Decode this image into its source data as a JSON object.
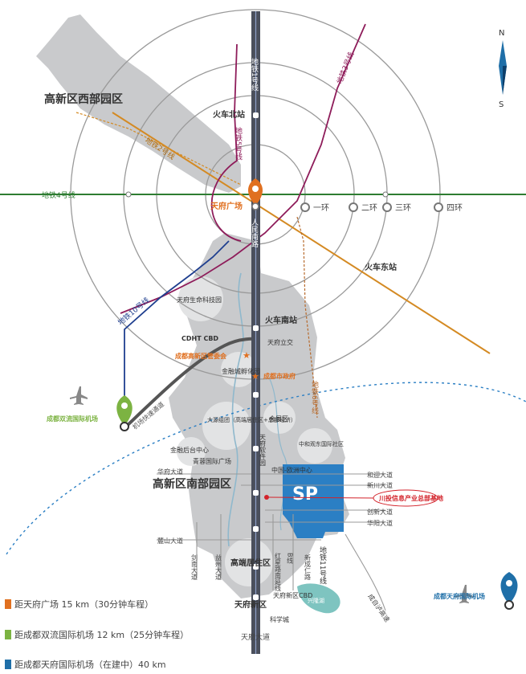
{
  "districts": {
    "west": "高新区西部园区",
    "south": "高新区南部园区"
  },
  "rings": [
    "一环",
    "二环",
    "三环",
    "四环"
  ],
  "metro": {
    "line1": "地铁1号线",
    "line2": "地铁2号线",
    "line3": "地铁3号线",
    "line4": "地铁4号线",
    "line5": "地铁5号线",
    "line6": "地铁6号线",
    "line10": "地铁10号线",
    "line11": "地铁11号线",
    "airport_line": "机场快速通道"
  },
  "roads": {
    "renmin_south": "人民南路",
    "tianfu_ave": "天府大道",
    "jianbei": "剑南大道",
    "yizhou": "益州大道",
    "hongxing": "红星路南延线",
    "b_line": "B线",
    "xinchuan_ren": "新成仁路",
    "chengzi": "成自泸高速",
    "huafu": "华府大道",
    "lushan": "麓山大道",
    "heying": "和迎大道",
    "xinchuan": "新川大道",
    "chuangxin": "创新大道",
    "huayang": "华阳大道"
  },
  "places": {
    "north_station": "火车北站",
    "tianfu_square": "天府广场",
    "east_station": "火车东站",
    "south_station": "火车南站",
    "life_science": "天府生命科技园",
    "cdht_cbd": "CDHT CBD",
    "gxq_committee": "成都高新区管委会",
    "city_gov": "成都市政府",
    "tianfu_overpass": "天府立交",
    "finance_city": "金融城孵化园",
    "dayuan": "大源组团（高端居住区+总部经济）",
    "expo": "会展区",
    "software_park": "天府软件园",
    "zhonghe": "中和观东国际社区",
    "finance_back": "金融后台中心",
    "qingrong": "青蓉国际广场",
    "china_eu": "中国-欧洲中心",
    "target": "川投信息产业总部基地",
    "residential": "高端居住区",
    "tianfu_new": "天府新区",
    "tianfu_cbd": "天府新区CBD",
    "kexue": "科学城",
    "xinglong": "兴隆湖",
    "shuangliu_airport": "成都双流国际机场",
    "tianfu_airport": "成都天府国际机场"
  },
  "compass": {
    "north": "N",
    "south": "S"
  },
  "legend": [
    {
      "text": "距天府广场 15 km（30分钟车程）",
      "color": "#e07020"
    },
    {
      "text": "距成都双流国际机场 12 km（25分钟车程）",
      "color": "#7cb342"
    },
    {
      "text": "距成都天府国际机场（在建中）40 km",
      "color": "#1f6fa8"
    }
  ],
  "colors": {
    "line1": "#4a4f5c",
    "line2": "#d48a23",
    "line3": "#8e1c5a",
    "line4": "#2e7d32",
    "line5": "#8e1c5a",
    "line10": "#1f3f8f",
    "accent_orange": "#e07020",
    "park_blue": "#2b7fc4",
    "airport_green": "#7cb342",
    "airport_blue": "#1f6fa8",
    "target_red": "#d3222a"
  }
}
